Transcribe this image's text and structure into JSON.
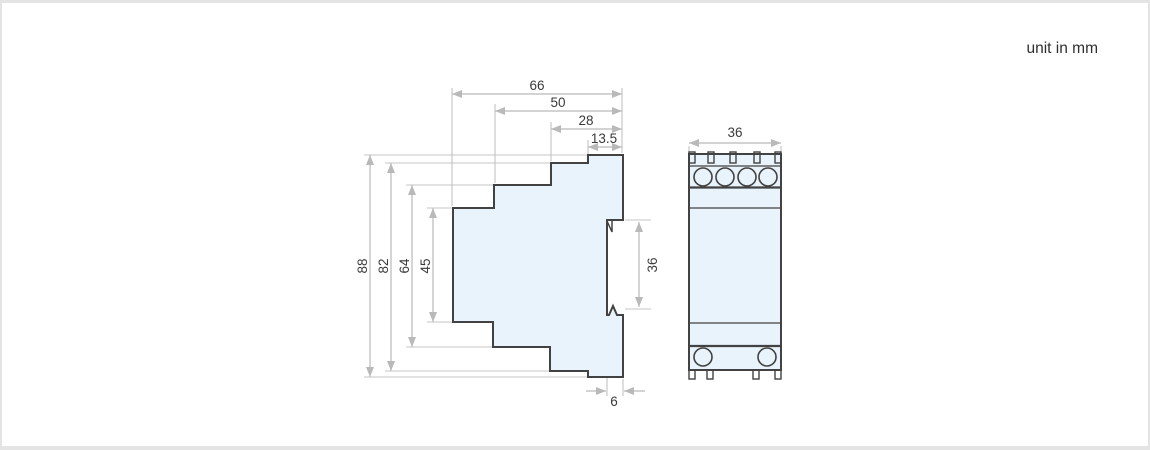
{
  "page": {
    "unit_note": "unit in mm"
  },
  "colors": {
    "body_fill": "#e9f3fb",
    "detail_fill": "#fbfdff",
    "outline": "#424242",
    "dimension_lines": "#b9b9b9",
    "label_text": "#3a3a3a"
  },
  "side_view": {
    "dims": {
      "overall_width": "66",
      "mid_width": "50",
      "upper_width": "28",
      "top_width": "13.5",
      "overall_height": "88",
      "outer_height": "82",
      "mid_height": "64",
      "inner_height": "45",
      "din_slot_height": "36",
      "din_slot_depth": "6"
    }
  },
  "front_view": {
    "dims": {
      "overall_width": "36"
    }
  }
}
